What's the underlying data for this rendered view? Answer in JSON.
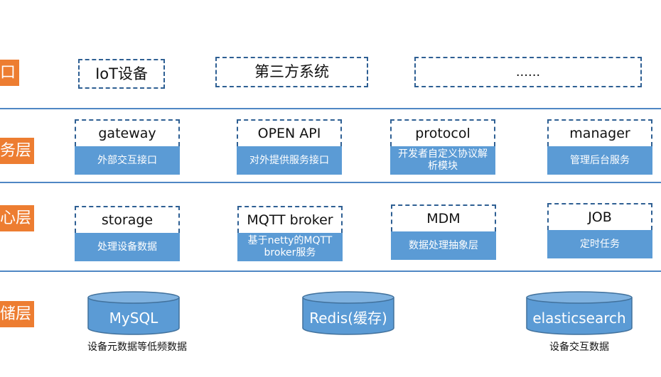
{
  "layers": {
    "access": "口",
    "service": "务层",
    "core": "心层",
    "storage": "储层"
  },
  "access_items": {
    "iot": "IoT设备",
    "third_party": "第三方系统",
    "more": "......"
  },
  "service_modules": [
    {
      "name": "gateway",
      "desc": "外部交互接口"
    },
    {
      "name": "OPEN API",
      "desc": "对外提供服务接口"
    },
    {
      "name": "protocol",
      "desc": "开发者自定义协议解析模块"
    },
    {
      "name": "manager",
      "desc": "管理后台服务"
    }
  ],
  "core_modules": [
    {
      "name": "storage",
      "desc": "处理设备数据"
    },
    {
      "name": "MQTT broker",
      "desc": "基于netty的MQTT broker服务"
    },
    {
      "name": "MDM",
      "desc": "数据处理抽象层"
    },
    {
      "name": "JOB",
      "desc": "定时任务"
    }
  ],
  "databases": [
    {
      "name": "MySQL",
      "caption": "设备元数据等低频数据"
    },
    {
      "name": "Redis(缓存)",
      "caption": ""
    },
    {
      "name": "elasticsearch",
      "caption": "设备交互数据"
    }
  ],
  "colors": {
    "layer_tag": "#ED7D31",
    "module_fill": "#5B9BD5",
    "divider": "#4F87C4",
    "dashed_border": "#2E5F93"
  }
}
